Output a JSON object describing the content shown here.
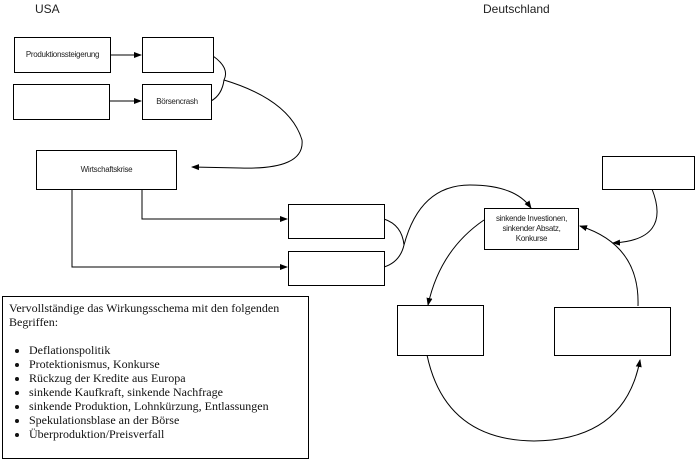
{
  "labels": {
    "usa": "USA",
    "germany": "Deutschland"
  },
  "boxes": {
    "produktion": "Produktionssteigerung",
    "boersencrash": "Börsencrash",
    "wirtschaftskrise": "Wirtschaftskrise",
    "sinkende": "sinkende Investionen, sinkender Absatz, Konkurse"
  },
  "task": {
    "instruction": "Vervollständige das Wirkungsschema mit den folgenden Begriffen:",
    "items": [
      "Deflationspolitik",
      "Protektionismus, Konkurse",
      "Rückzug der Kredite aus Europa",
      "sinkende Kaufkraft, sinkende Nachfrage",
      "sinkende Produktion, Lohnkürzung, Entlassungen",
      "Spekulationsblase an der Börse",
      "Überproduktion/Preisverfall"
    ]
  }
}
